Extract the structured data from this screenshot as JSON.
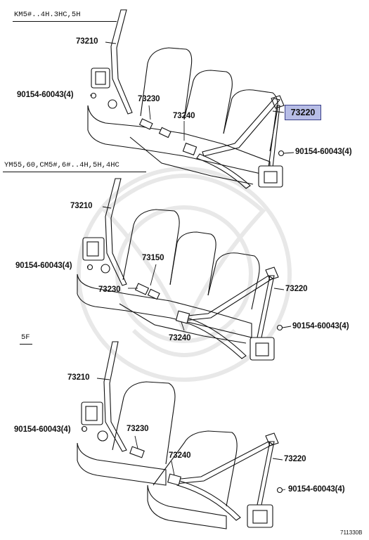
{
  "sections": [
    {
      "header": "KM5#..4H.3HC,5H"
    },
    {
      "header": "YM55,60,CM5#,6#..4H,5H,4HC"
    },
    {
      "header": "5F"
    }
  ],
  "labels": {
    "s1_73210": "73210",
    "s1_bolt_left": "90154-60043(4)",
    "s1_73230": "73230",
    "s1_73240": "73240",
    "s1_73220": "73220",
    "s1_bolt_right": "90154-60043(4)",
    "s2_73210": "73210",
    "s2_bolt_left": "90154-60043(4)",
    "s2_73150": "73150",
    "s2_73230": "73230",
    "s2_73220": "73220",
    "s2_bolt_right": "90154-60043(4)",
    "s2_73240": "73240",
    "s3_73210": "73210",
    "s3_bolt_left": "90154-60043(4)",
    "s3_73230": "73230",
    "s3_73240": "73240",
    "s3_73220": "73220",
    "s3_bolt_right": "90154-60043(4)"
  },
  "highlight_color": "#b7bde6",
  "footer_code": "711330B"
}
